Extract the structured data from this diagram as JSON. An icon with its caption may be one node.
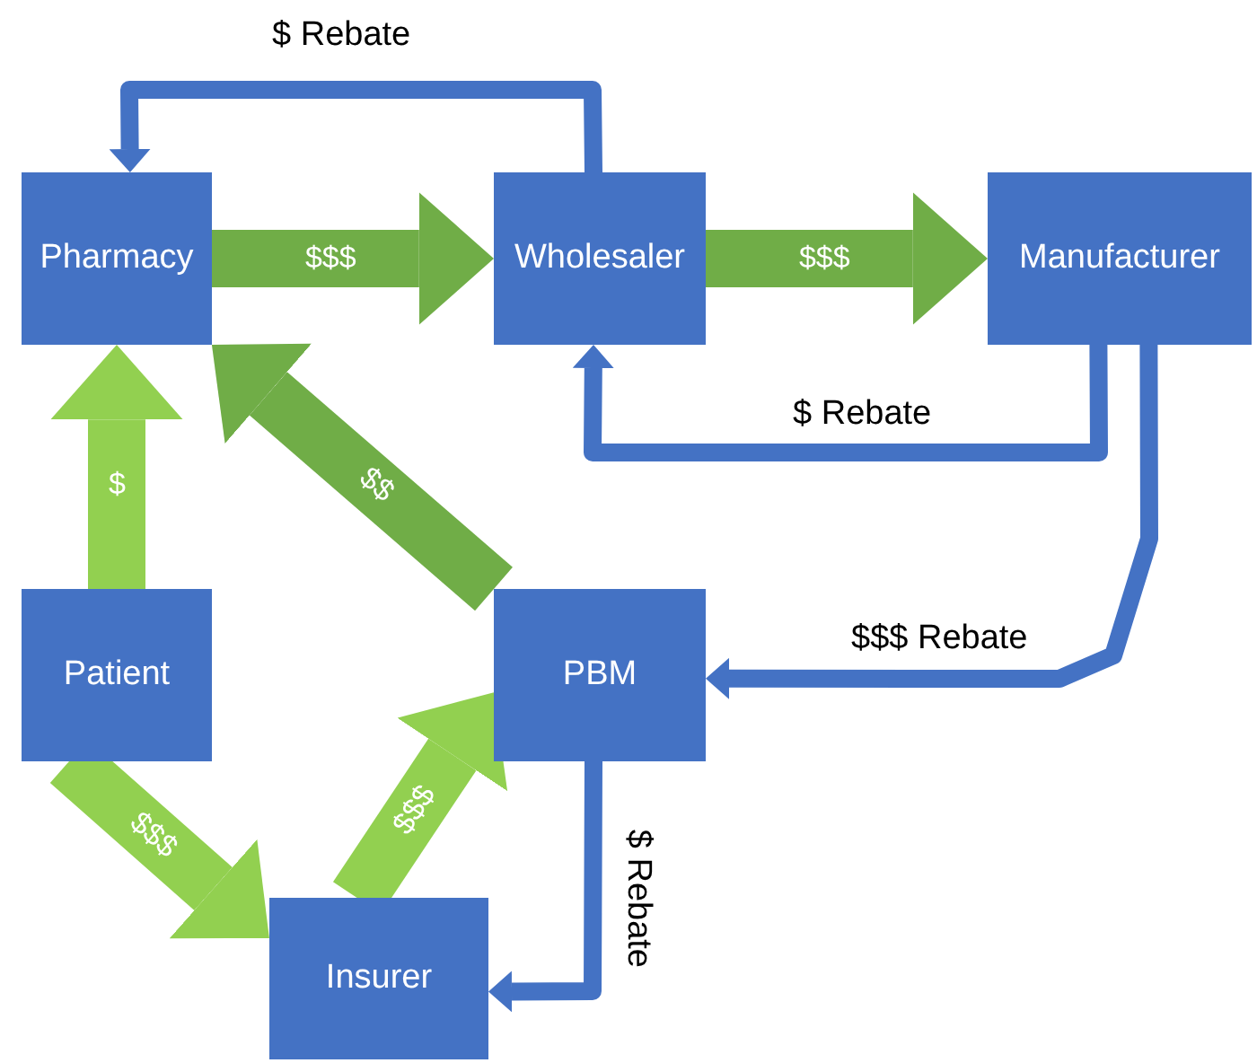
{
  "diagram": {
    "nodes": [
      {
        "text": [
          "Pharmacy"
        ]
      },
      {
        "text": [
          "Wholesaler"
        ]
      },
      {
        "text": [
          "Manufacturer"
        ]
      },
      {
        "text": [
          "Patient"
        ]
      },
      {
        "text": [
          "PBM"
        ]
      },
      {
        "text": [
          "Insurer"
        ]
      }
    ],
    "edges": [
      {
        "from": 1,
        "to": 0,
        "arrow": "to",
        "label": "$ Rebate",
        "color": "#4472c4"
      },
      {
        "from": 0,
        "to": 1,
        "arrow": "to",
        "label": "$$$",
        "color": "#70ad47"
      },
      {
        "from": 1,
        "to": 2,
        "arrow": "to",
        "label": "$$$",
        "color": "#70ad47"
      },
      {
        "from": 2,
        "to": 1,
        "arrow": "to",
        "label": "$ Rebate",
        "color": "#4472c4"
      },
      {
        "from": 2,
        "to": 4,
        "arrow": "to",
        "label": "$$$ Rebate",
        "color": "#4472c4"
      },
      {
        "from": 3,
        "to": 0,
        "arrow": "to",
        "label": "$",
        "color": "#92d050"
      },
      {
        "from": 4,
        "to": 0,
        "arrow": "to",
        "label": "$$",
        "color": "#70ad47"
      },
      {
        "from": 3,
        "to": 5,
        "arrow": "to",
        "label": "$$$",
        "color": "#92d050"
      },
      {
        "from": 5,
        "to": 4,
        "arrow": "to",
        "label": "$$$",
        "color": "#92d050"
      },
      {
        "from": 4,
        "to": 5,
        "arrow": "to",
        "label": "$ Rebate",
        "color": "#4472c4"
      }
    ]
  }
}
